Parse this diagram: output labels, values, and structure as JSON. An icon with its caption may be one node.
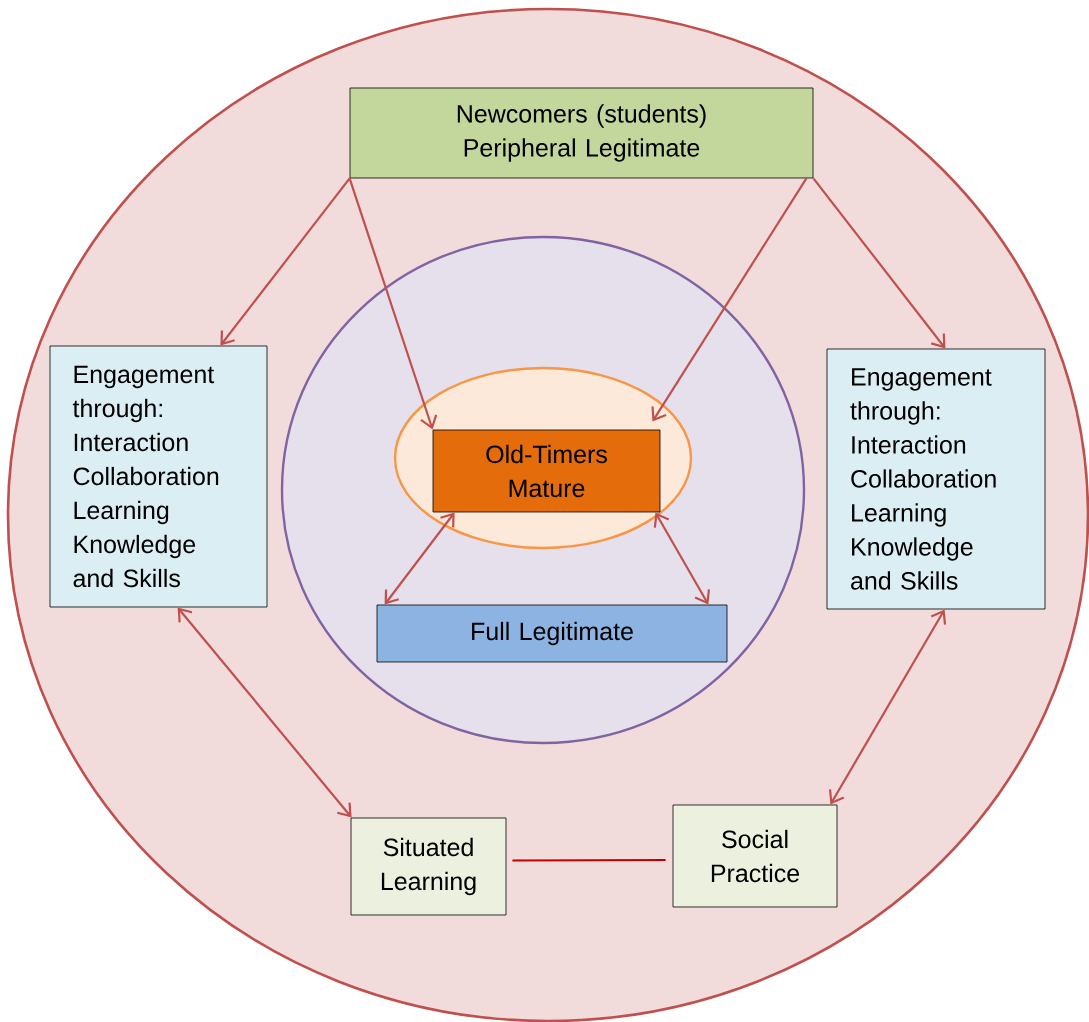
{
  "diagram": {
    "nodes": [
      {
        "text": [],
        "shape": "circle"
      },
      {
        "text": [
          "Newcomers (students) Peripheral Legitimate"
        ],
        "in": 0
      },
      {
        "text": [
          "Engagement through: Interaction Collaboration Learning Knowledge and Skills"
        ],
        "in": 0
      },
      {
        "text": [],
        "shape": "circle",
        "in": 0
      },
      {
        "text": [],
        "shape": "circle",
        "in": 3
      },
      {
        "text": [
          "Old-Timers Mature"
        ],
        "in": 4
      },
      {
        "text": [
          "Full Legitimate"
        ],
        "in": 3
      },
      {
        "text": [
          "Engagement through: Interaction Collaboration Learning Knowledge and Skills"
        ],
        "in": 0
      },
      {
        "text": [
          "Situated Learning"
        ],
        "in": 0
      },
      {
        "text": [
          "Social Practice"
        ],
        "in": 0
      }
    ],
    "edges": [
      {
        "from": 1,
        "to": 2,
        "arrow": "to"
      },
      {
        "from": 1,
        "to": 5,
        "arrow": "to"
      },
      {
        "from": 1,
        "to": 5,
        "arrow": "to"
      },
      {
        "from": 1,
        "to": 7,
        "arrow": "to"
      },
      {
        "from": 5,
        "to": 6,
        "arrow": "both"
      },
      {
        "from": 5,
        "to": 6,
        "arrow": "both"
      },
      {
        "from": 2,
        "to": 8,
        "arrow": "both"
      },
      {
        "from": 7,
        "to": 9,
        "arrow": "both"
      },
      {
        "from": 8,
        "to": 9,
        "arrow": "none",
        "color": "#c00000"
      }
    ]
  }
}
